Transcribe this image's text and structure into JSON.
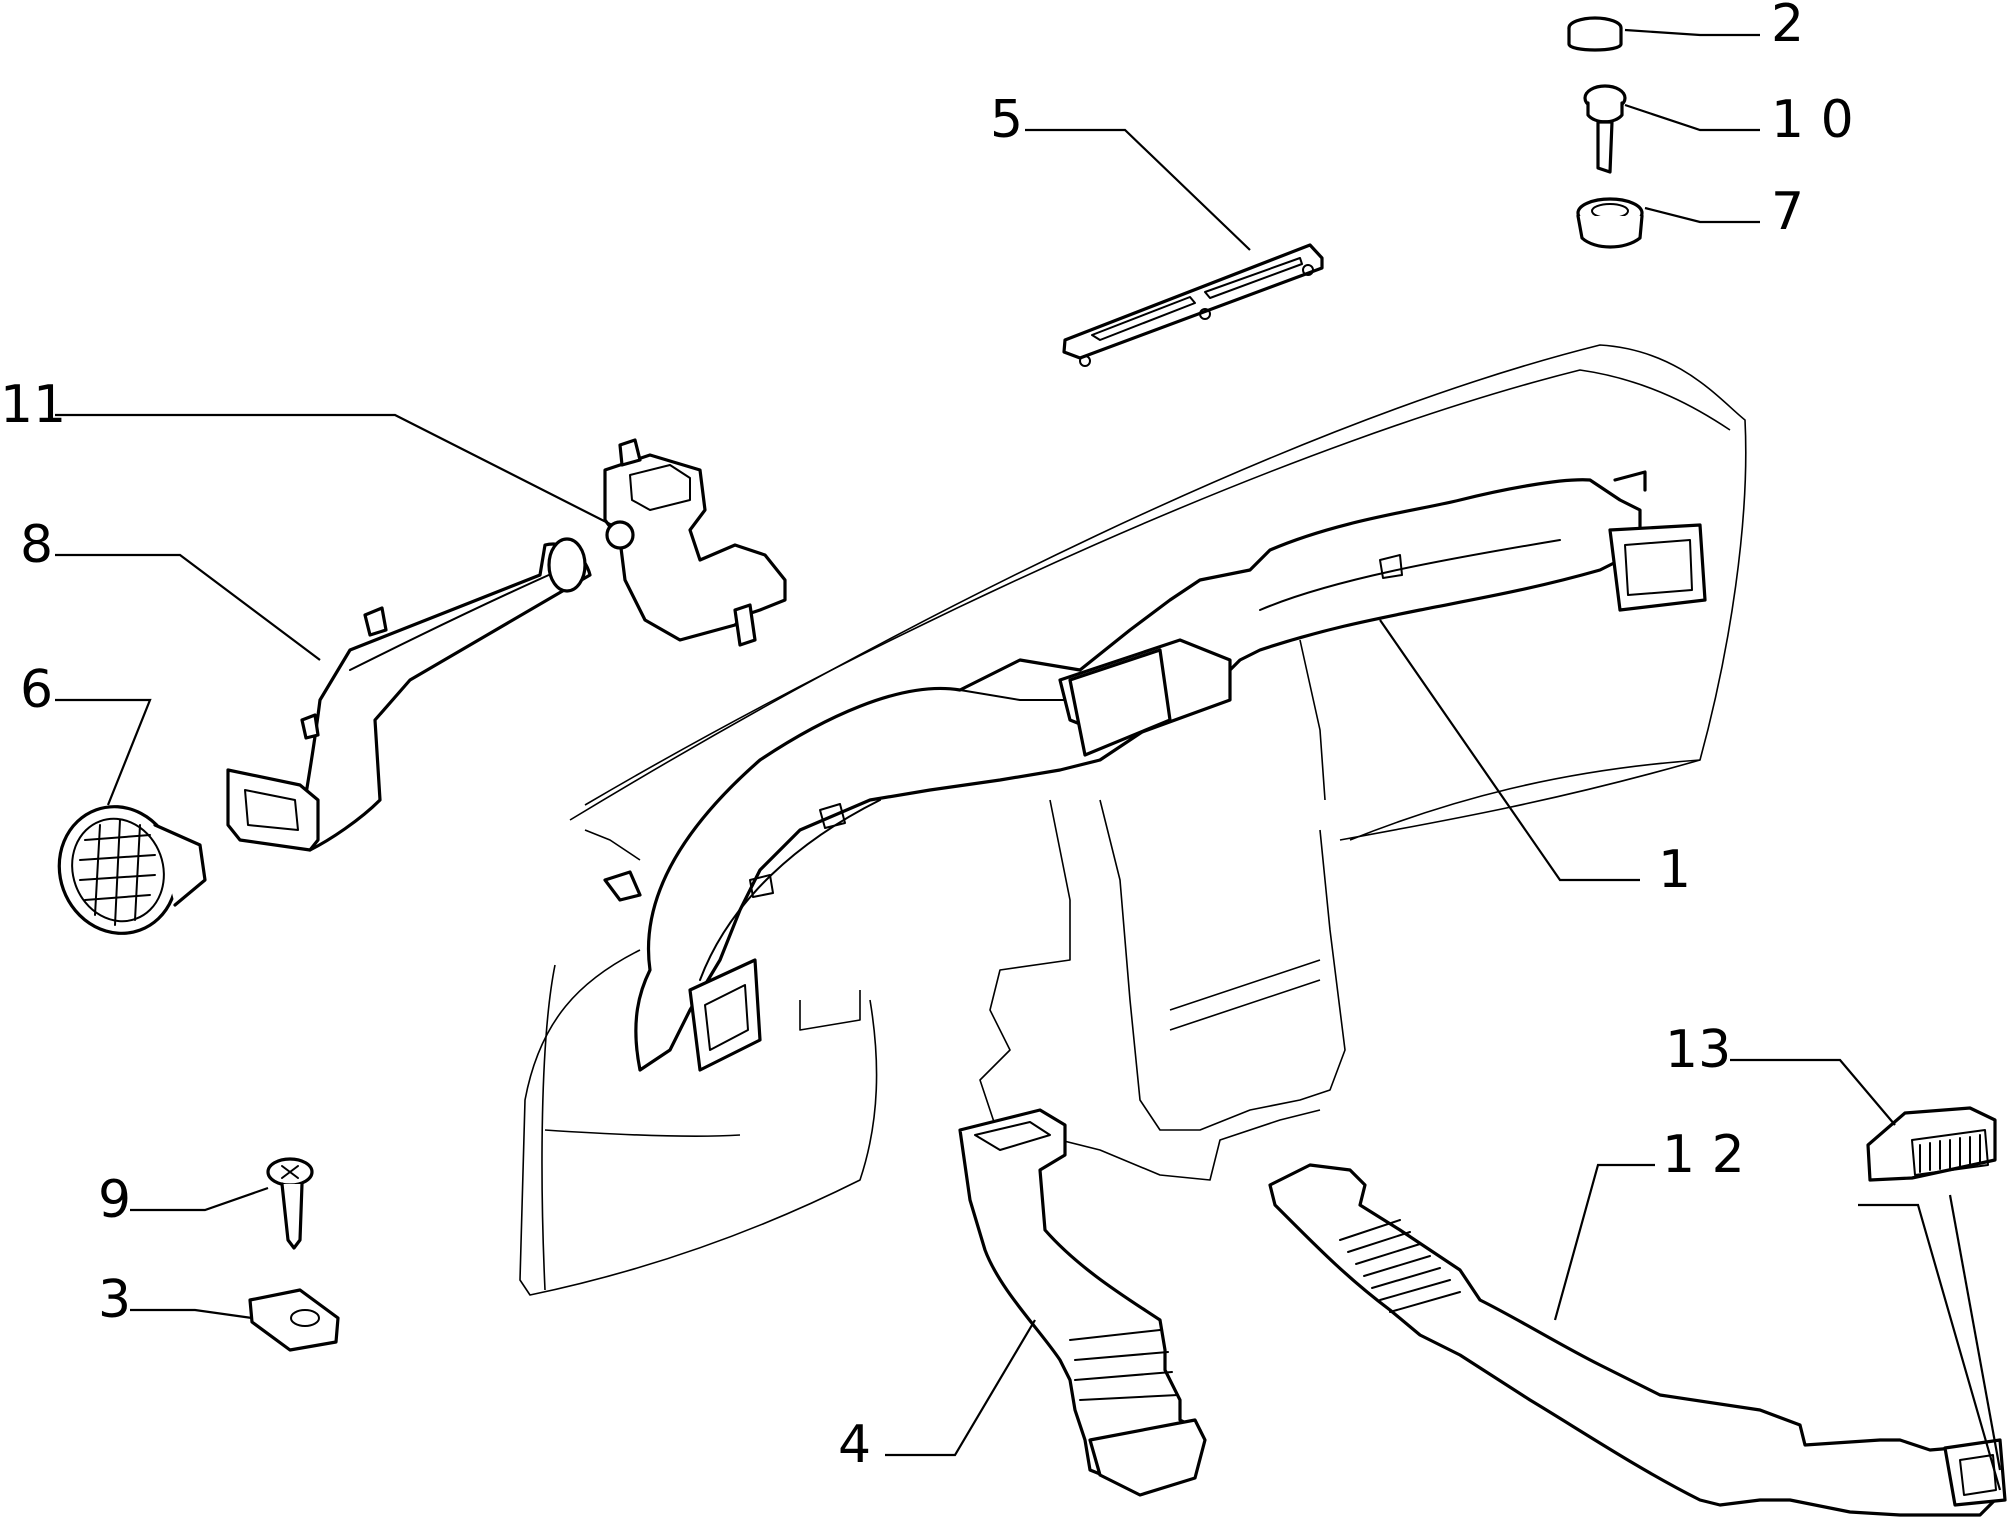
{
  "diagram": {
    "callouts": [
      {
        "id": "1",
        "text": "1"
      },
      {
        "id": "2",
        "text": "2"
      },
      {
        "id": "3",
        "text": "3"
      },
      {
        "id": "4",
        "text": "4"
      },
      {
        "id": "5",
        "text": "5"
      },
      {
        "id": "6",
        "text": "6"
      },
      {
        "id": "7",
        "text": "7"
      },
      {
        "id": "8",
        "text": "8"
      },
      {
        "id": "9",
        "text": "9"
      },
      {
        "id": "10",
        "text": "1 0"
      },
      {
        "id": "11",
        "text": "11"
      },
      {
        "id": "12",
        "text": "1 2"
      },
      {
        "id": "13",
        "text": "13"
      }
    ],
    "colors": {
      "line": "#000000",
      "background": "#ffffff"
    }
  }
}
